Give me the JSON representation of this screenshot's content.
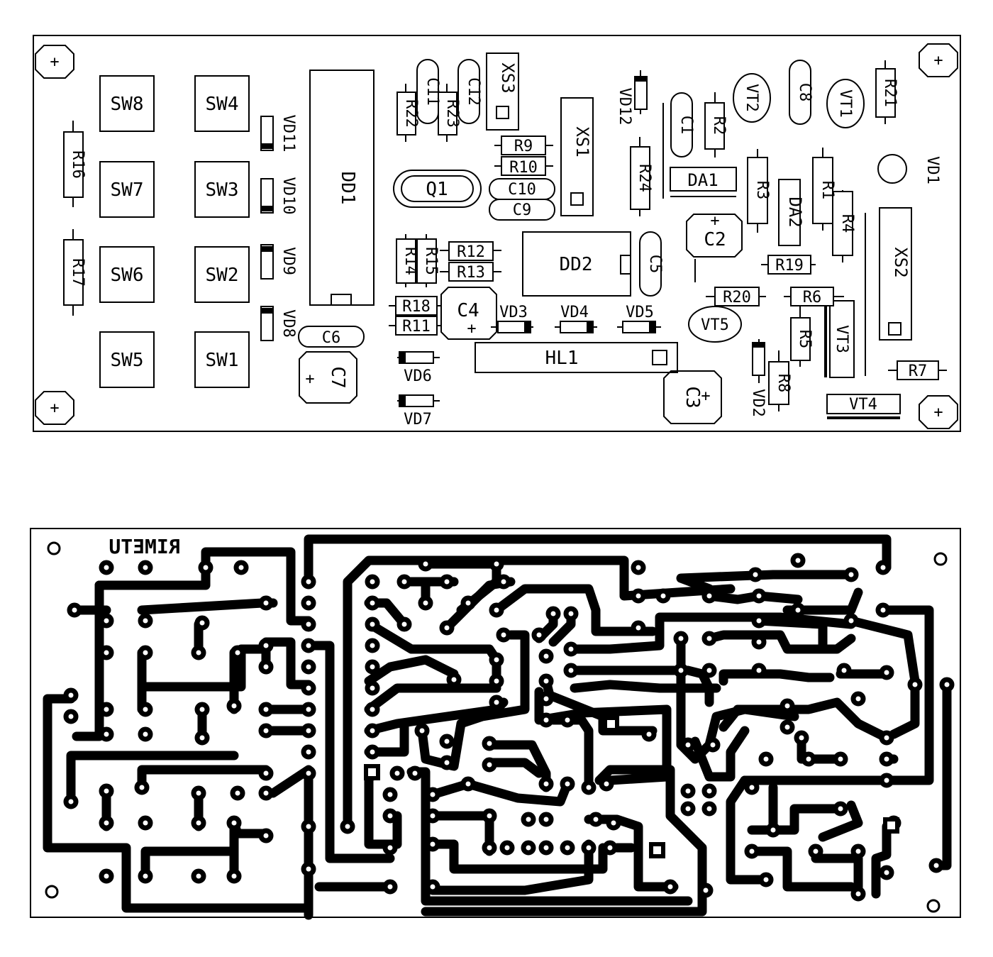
{
  "colors": {
    "ink": "#000000",
    "paper": "#ffffff"
  },
  "top_board": {
    "mount_marks": [
      "+",
      "+",
      "+",
      "+"
    ],
    "switches": [
      "SW8",
      "SW4",
      "SW7",
      "SW3",
      "SW6",
      "SW2",
      "SW5",
      "SW1"
    ],
    "resistors": [
      "R16",
      "R17",
      "R22",
      "R23",
      "R9",
      "R10",
      "R24",
      "R2",
      "R3",
      "R1",
      "R4",
      "R21",
      "R14",
      "R15",
      "R12",
      "R13",
      "R18",
      "R11",
      "R19",
      "R20",
      "R6",
      "R5",
      "R8",
      "R7"
    ],
    "capacitors": [
      "C11",
      "C12",
      "C10",
      "C9",
      "C1",
      "C8",
      "C2",
      "C5",
      "C4",
      "C6",
      "C7",
      "C3"
    ],
    "diodes": [
      "VD11",
      "VD10",
      "VD9",
      "VD8",
      "VD12",
      "VD1",
      "VD3",
      "VD4",
      "VD5",
      "VD6",
      "VD7",
      "VD2"
    ],
    "transistors": [
      "VT2",
      "VT1",
      "VT5",
      "VT3",
      "VT4"
    ],
    "chips": [
      "DD1",
      "DD2",
      "DA1",
      "DA2",
      "Q1",
      "HL1"
    ],
    "connectors": [
      "XS3",
      "XS1",
      "XS2"
    ],
    "polarity_marks": [
      "+",
      "+",
      "+",
      "+"
    ]
  },
  "bottom_board": {
    "mirrored_label": "RIMETU"
  }
}
